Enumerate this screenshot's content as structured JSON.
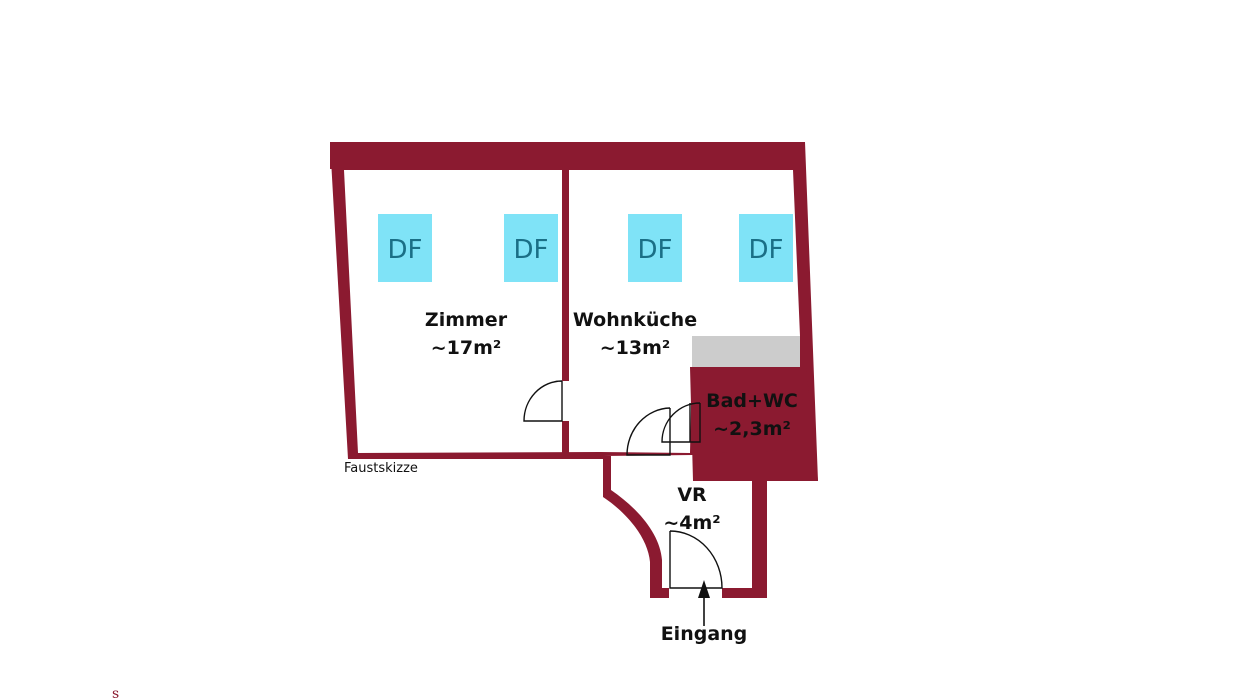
{
  "colors": {
    "wall": "#8b1a30",
    "skylight": "#7fe3f7",
    "skylight_text": "#1a6f86",
    "counter": "#cccccc",
    "background": "#ffffff"
  },
  "skylights": [
    {
      "label": "DF"
    },
    {
      "label": "DF"
    },
    {
      "label": "DF"
    },
    {
      "label": "DF"
    }
  ],
  "rooms": {
    "zimmer": {
      "name": "Zimmer",
      "area": "~17m²"
    },
    "wohnkueche": {
      "name": "Wohnküche",
      "area": "~13m²"
    },
    "bad": {
      "name": "Bad+WC",
      "area": "~2,3m²"
    },
    "vr": {
      "name": "VR",
      "area": "~4m²"
    }
  },
  "entrance": {
    "label": "Eingang"
  },
  "note": "Faustskizze",
  "corner_mark": "s"
}
